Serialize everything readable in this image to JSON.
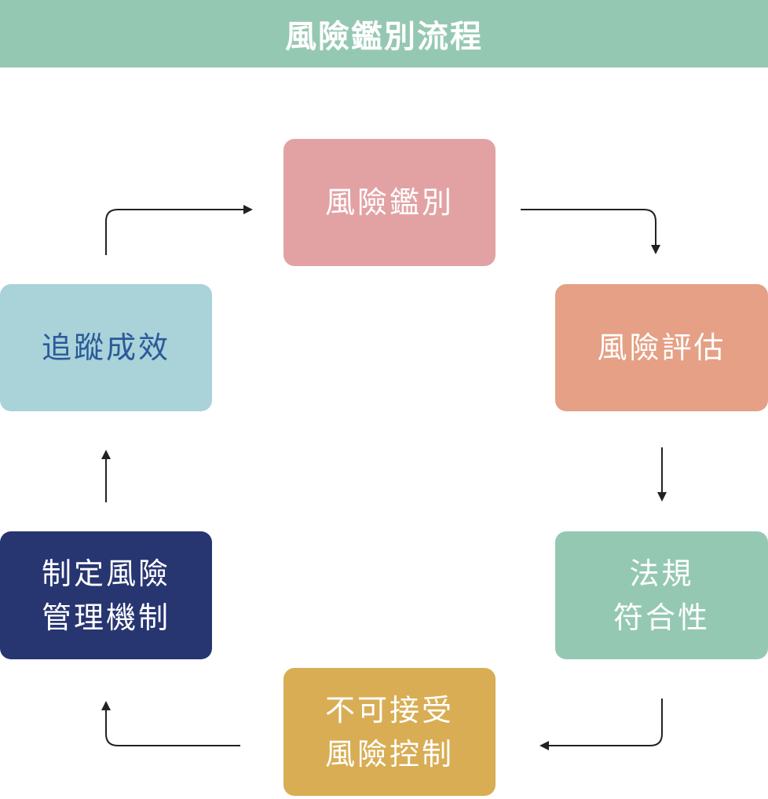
{
  "title": "風險鑑別流程",
  "colors": {
    "title_bg": "#95c8b3",
    "identify": "#e2a2a4",
    "assess": "#e5a085",
    "comply": "#95c8b3",
    "control": "#d8ad54",
    "mechanism": "#273571",
    "track": "#a9d2d9"
  },
  "nodes": {
    "identify": "風險鑑別",
    "assess": "風險評估",
    "comply": "法規\n符合性",
    "control": "不可接受\n風險控制",
    "mechanism": "制定風險\n管理機制",
    "track": "追蹤成效"
  }
}
